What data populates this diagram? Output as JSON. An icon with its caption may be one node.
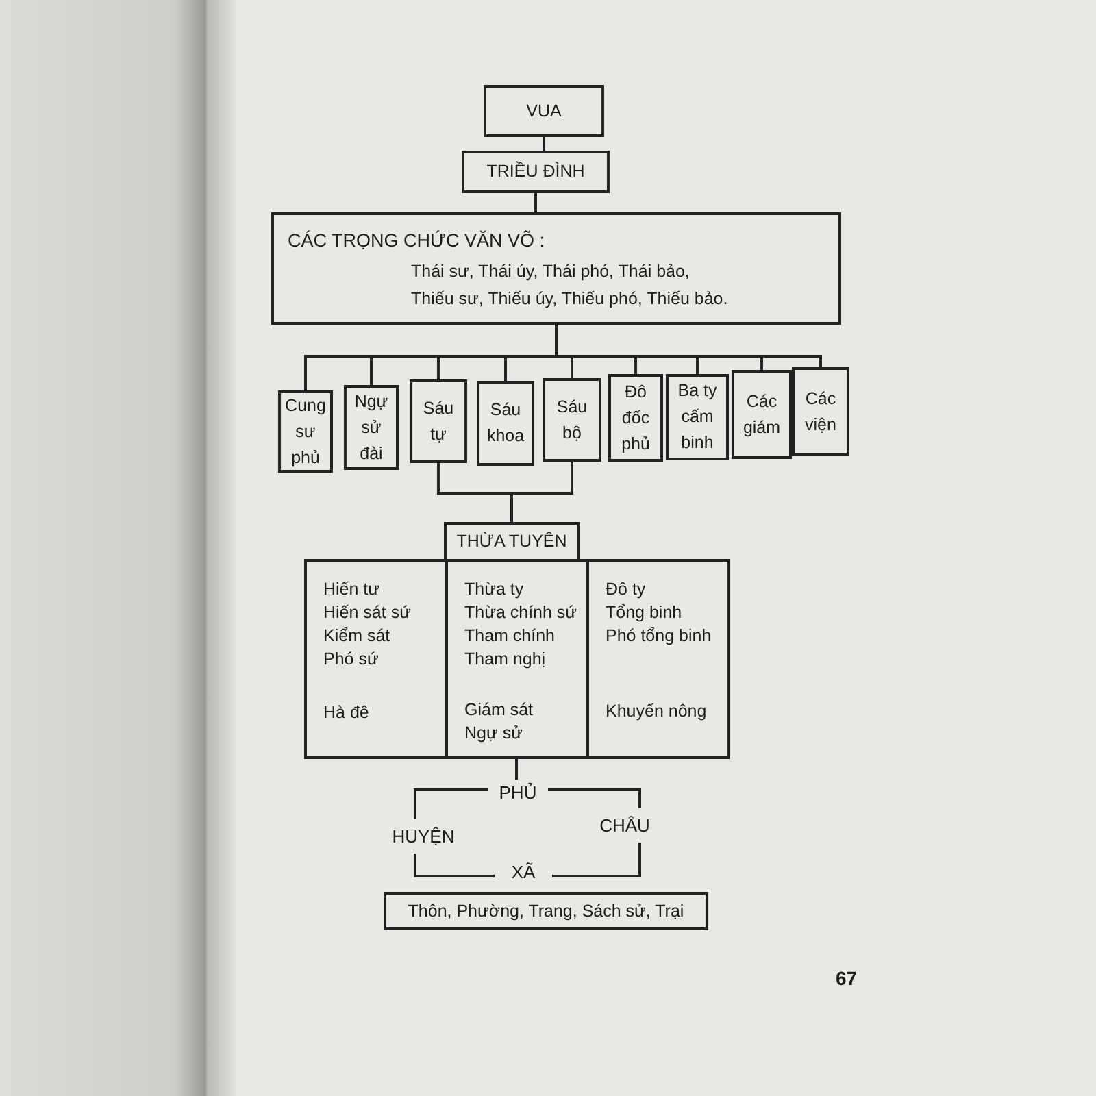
{
  "diagram": {
    "nodes": [
      {
        "text": [
          "VUA"
        ]
      },
      {
        "text": [
          "TRIỀU ĐÌNH"
        ]
      },
      {
        "text": [
          "CÁC TRỌNG CHỨC VĂN VÕ :",
          "Thái sư, Thái úy, Thái phó, Thái bảo, Thiếu sư, Thiếu úy, Thiếu phó, Thiếu bảo."
        ]
      },
      {
        "text": [
          "Cung sư phủ"
        ]
      },
      {
        "text": [
          "Ngự sử đài"
        ]
      },
      {
        "text": [
          "Sáu tự"
        ]
      },
      {
        "text": [
          "Sáu khoa"
        ]
      },
      {
        "text": [
          "Sáu bộ"
        ]
      },
      {
        "text": [
          "Đô đốc phủ"
        ]
      },
      {
        "text": [
          "Ba ty cấm binh"
        ]
      },
      {
        "text": [
          "Các giám"
        ]
      },
      {
        "text": [
          "Các viện"
        ]
      },
      {
        "text": [
          "THỪA TUYÊN"
        ]
      },
      {
        "text": [
          "Hiến tư",
          "Hiến sát sứ",
          "Kiểm sát",
          "Phó sứ",
          "Hà đê"
        ]
      },
      {
        "text": [
          "Thừa ty",
          "Thừa chính sứ",
          "Tham chính",
          "Tham nghị",
          "Giám sát",
          "Ngự sử"
        ]
      },
      {
        "text": [
          "Đô ty",
          "Tổng binh",
          "Phó tổng binh",
          "Khuyến nông"
        ]
      },
      {
        "text": [
          "PHỦ"
        ]
      },
      {
        "text": [
          "HUYỆN"
        ]
      },
      {
        "text": [
          "CHÂU"
        ]
      },
      {
        "text": [
          "XÃ"
        ]
      },
      {
        "text": [
          "Thôn, Phường, Trang, Sách sử, Trại"
        ]
      }
    ],
    "edges": [
      {
        "from": 0,
        "to": 1,
        "arrow": "none"
      },
      {
        "from": 1,
        "to": 2,
        "arrow": "none"
      },
      {
        "from": 2,
        "to": 3,
        "arrow": "none"
      },
      {
        "from": 2,
        "to": 4,
        "arrow": "none"
      },
      {
        "from": 2,
        "to": 5,
        "arrow": "none"
      },
      {
        "from": 2,
        "to": 6,
        "arrow": "none"
      },
      {
        "from": 2,
        "to": 7,
        "arrow": "none"
      },
      {
        "from": 2,
        "to": 8,
        "arrow": "none"
      },
      {
        "from": 2,
        "to": 9,
        "arrow": "none"
      },
      {
        "from": 2,
        "to": 10,
        "arrow": "none"
      },
      {
        "from": 2,
        "to": 11,
        "arrow": "none"
      },
      {
        "from": 5,
        "to": 12,
        "arrow": "none"
      },
      {
        "from": 7,
        "to": 12,
        "arrow": "none"
      },
      {
        "from": 14,
        "to": 16,
        "arrow": "none"
      },
      {
        "from": 16,
        "to": 17,
        "arrow": "none"
      },
      {
        "from": 16,
        "to": 18,
        "arrow": "none"
      },
      {
        "from": 17,
        "to": 19,
        "arrow": "none"
      },
      {
        "from": 18,
        "to": 19,
        "arrow": "none"
      }
    ],
    "labels": [
      "67"
    ]
  }
}
